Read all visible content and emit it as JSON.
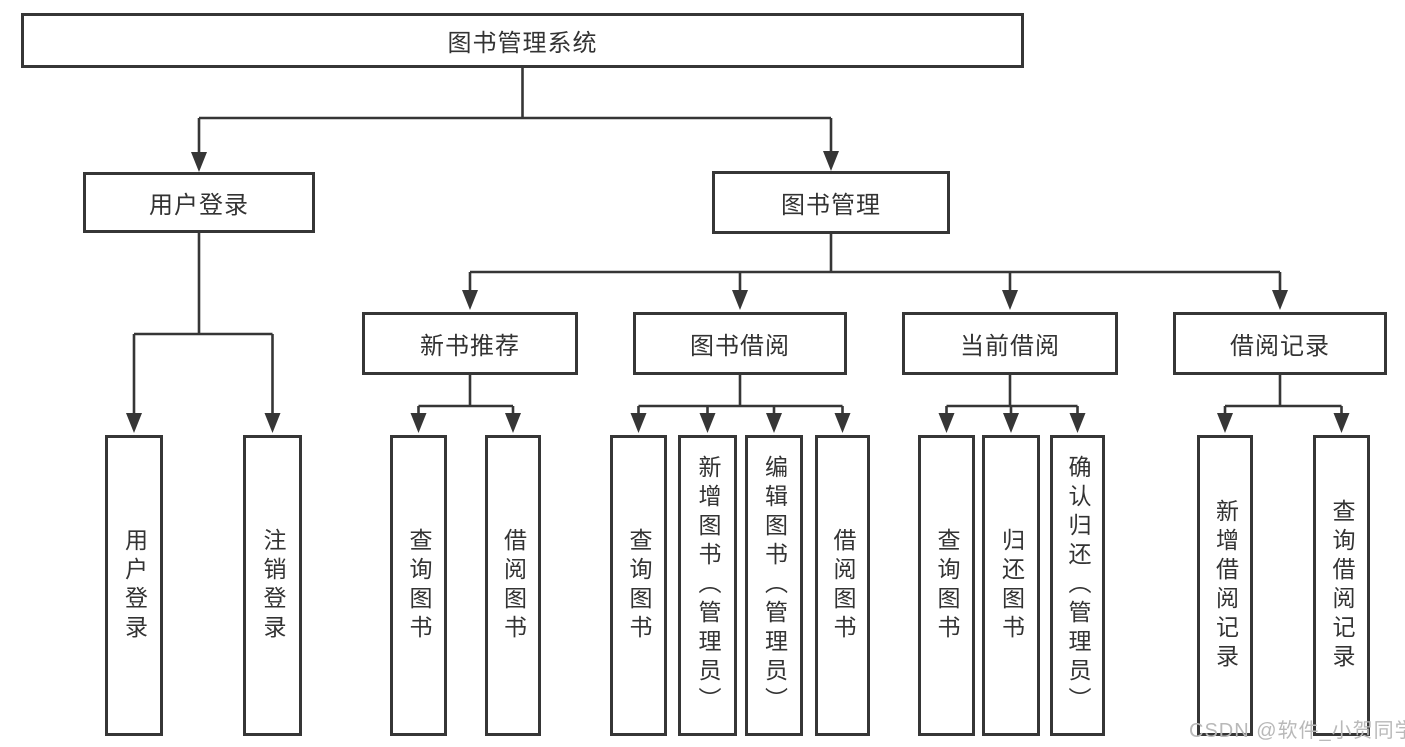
{
  "diagram_title": "图书管理系统",
  "tree": {
    "label": "图书管理系统",
    "children": [
      {
        "label": "用户登录",
        "children": [
          {
            "label": "用户登录"
          },
          {
            "label": "注销登录"
          }
        ]
      },
      {
        "label": "图书管理",
        "children": [
          {
            "label": "新书推荐",
            "children": [
              {
                "label": "查询图书"
              },
              {
                "label": "借阅图书"
              }
            ]
          },
          {
            "label": "图书借阅",
            "children": [
              {
                "label": "查询图书"
              },
              {
                "label": "新增图书（管理员）"
              },
              {
                "label": "编辑图书（管理员）"
              },
              {
                "label": "借阅图书"
              }
            ]
          },
          {
            "label": "当前借阅",
            "children": [
              {
                "label": "查询图书"
              },
              {
                "label": "归还图书"
              },
              {
                "label": "确认归还（管理员）"
              }
            ]
          },
          {
            "label": "借阅记录",
            "children": [
              {
                "label": "新增借阅记录"
              },
              {
                "label": "查询借阅记录"
              }
            ]
          }
        ]
      }
    ]
  },
  "watermark": {
    "text": "CSDN @软件_小贺同学"
  },
  "colors": {
    "line": "#363636",
    "box_border": "#363636",
    "text": "#333333",
    "watermark": "#b9b9b9",
    "background": "#ffffff"
  }
}
